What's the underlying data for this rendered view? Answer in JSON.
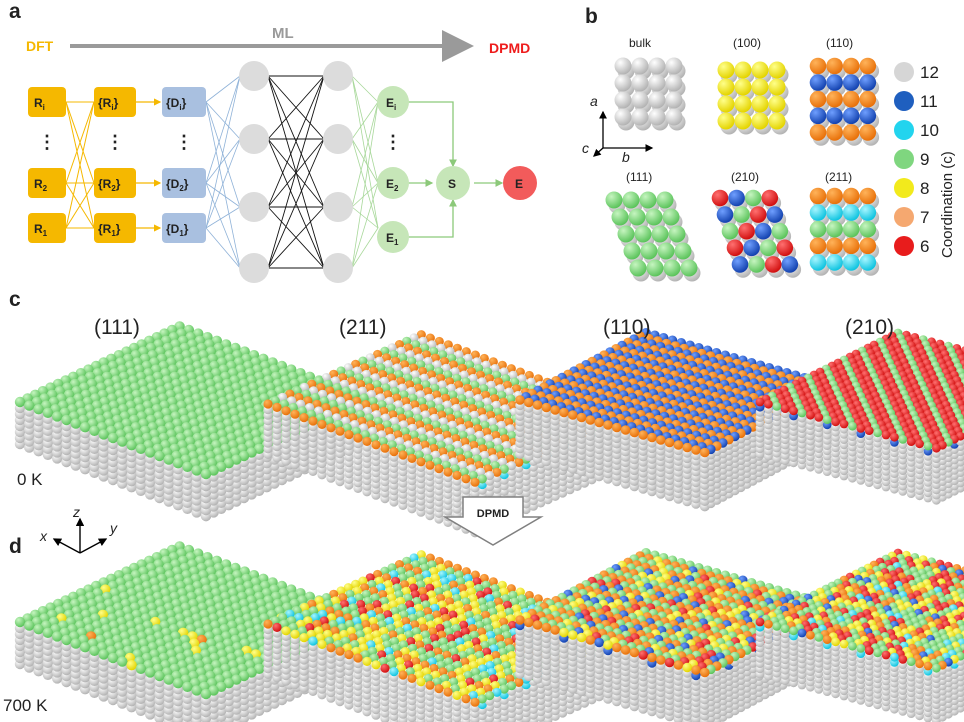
{
  "panel_a": {
    "letter": "a",
    "dft": "DFT",
    "ml": "ML",
    "dpmd": "DPMD",
    "inputs": [
      "R",
      "R",
      "R"
    ],
    "input_subs": [
      "i",
      "2",
      "1"
    ],
    "sets": [
      "{R",
      "{R",
      "{R"
    ],
    "set_subs": [
      "i",
      "2",
      "1"
    ],
    "descriptors": [
      "{D",
      "{D",
      "{D"
    ],
    "desc_subs": [
      "i",
      "2",
      "1"
    ],
    "energies": [
      "E",
      "E",
      "E"
    ],
    "energy_subs": [
      "i",
      "2",
      "1"
    ],
    "close": "}",
    "dots": "⋮",
    "sum": "S",
    "total": "E",
    "colors": {
      "dft": "#f5b800",
      "ml": "#9a9a9a",
      "dpmd": "#ee1c1c",
      "input_box": "#f5b800",
      "desc_box": "#a9c0e0",
      "node": "#dcdcdc",
      "energy_node": "#c6e6b8",
      "total_node": "#f25b5b"
    }
  },
  "panel_b": {
    "letter": "b",
    "facets": [
      "bulk",
      "(100)",
      "(110)",
      "(111)",
      "(210)",
      "(211)"
    ],
    "axes": [
      "a",
      "b",
      "c"
    ],
    "legend_title": "Coordination (c)",
    "legend": [
      {
        "value": "12",
        "color": "#d6d6d6"
      },
      {
        "value": "11",
        "color": "#1f5fbf"
      },
      {
        "value": "10",
        "color": "#22d4ee"
      },
      {
        "value": "9",
        "color": "#7fd67f"
      },
      {
        "value": "8",
        "color": "#f2ea1c"
      },
      {
        "value": "7",
        "color": "#f5a870"
      },
      {
        "value": "6",
        "color": "#e81c1c"
      }
    ]
  },
  "panel_c": {
    "letter": "c",
    "titles": [
      "(111)",
      "(211)",
      "(110)",
      "(210)"
    ],
    "temperature": "0 K"
  },
  "panel_d": {
    "letter": "d",
    "temperature": "700 K",
    "arrow_label": "DPMD",
    "axes": [
      "z",
      "x",
      "y"
    ]
  }
}
